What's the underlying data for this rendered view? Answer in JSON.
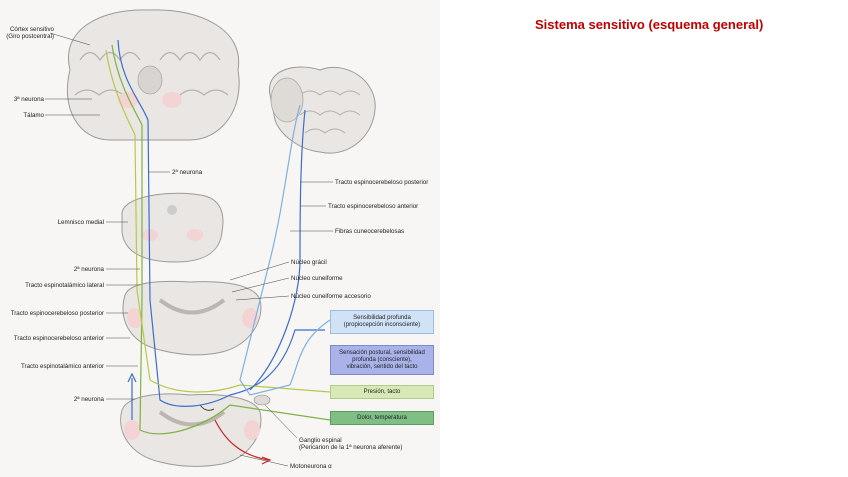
{
  "slide": {
    "title": "Sistema sensitivo (esquema general)"
  },
  "figure": {
    "labels_left": {
      "cortex": "Córtex sensitivo",
      "cortex_sub": "(Giro postcentral)",
      "third_neuron": "3ª neurona",
      "thalamus": "Tálamo",
      "second_neuron_top": "2ª neurona",
      "medial_lemniscus": "Lemnisco medial",
      "second_neuron_mid": "2ª neurona",
      "lateral_spinothalamic": "Tracto espinotalámico lateral",
      "post_spinocerebellar": "Tracto espinocerebeloso posterior",
      "ant_spinocerebellar": "Tracto espinocerebeloso anterior",
      "ant_spinothalamic": "Tracto espinotalámico anterior",
      "second_neuron_low": "2ª neurona"
    },
    "labels_right": {
      "tract_post_cereb": "Tracto espinocerebeloso posterior",
      "tract_ant_cereb": "Tracto espinocerebeloso anterior",
      "cuneocerebellar": "Fibras cuneocerebelosas",
      "gracile": "Núcleo grácil",
      "cuneate": "Núcleo cuneiforme",
      "accessory_cuneate": "Núcleo cuneiforme accesorio",
      "spinal_ganglion": "Ganglio espinal",
      "spinal_ganglion_sub": "(Pericarion de la 1ª neurona aferente)",
      "motoneuron": "Motoneurona α"
    },
    "boxes": [
      {
        "line1": "Sensibilidad profunda",
        "line2": "(propiocepción inconsciente)",
        "line3": "",
        "color": "#cfe2f6"
      },
      {
        "line1": "Sensación postural, sensibilidad",
        "line2": "profunda (consciente),",
        "line3": "vibración, sentido del tacto",
        "color": "#a9b3ea"
      },
      {
        "line1": "Presión, tacto",
        "line2": "",
        "line3": "",
        "color": "#d8e9b8"
      },
      {
        "line1": "Dolor, temperatura",
        "line2": "",
        "line3": "",
        "color": "#7fbf86"
      }
    ],
    "colors": {
      "blue_path": "#3a6fc9",
      "light_blue_path": "#7fb0e0",
      "green_path": "#7cb342",
      "olive_path": "#b7c94a",
      "red_path": "#c62828"
    }
  }
}
